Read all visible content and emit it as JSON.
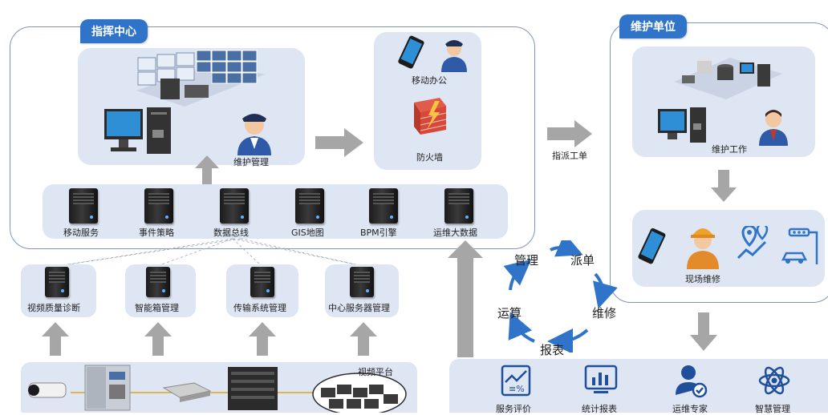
{
  "command_center": {
    "title": "指挥中心",
    "maintenance_label": "维护管理",
    "mobile_office_label": "移动办公",
    "firewall_label": "防火墙",
    "modules": [
      "移动服务",
      "事件策略",
      "数据总线",
      "GIS地图",
      "BPM引擎",
      "运维大数据"
    ]
  },
  "dispatch_label": "指派工单",
  "maintenance_unit": {
    "title": "维护单位",
    "work_label": "维护工作",
    "field_label": "现场维修"
  },
  "subsystems": [
    "视频质量诊断",
    "智能箱管理",
    "传输系统管理",
    "中心服务器管理"
  ],
  "video_platform_label": "视频平台",
  "cycle": [
    "管理",
    "派单",
    "维修",
    "报表",
    "运算"
  ],
  "bottom_items": [
    "服务评价",
    "统计报表",
    "运维专家",
    "智慧管理"
  ],
  "colors": {
    "accent": "#2f74c8",
    "panel_fill": "#dfe6f3",
    "arrow": "#a6a6a6",
    "cycle": "#2f74c8"
  }
}
